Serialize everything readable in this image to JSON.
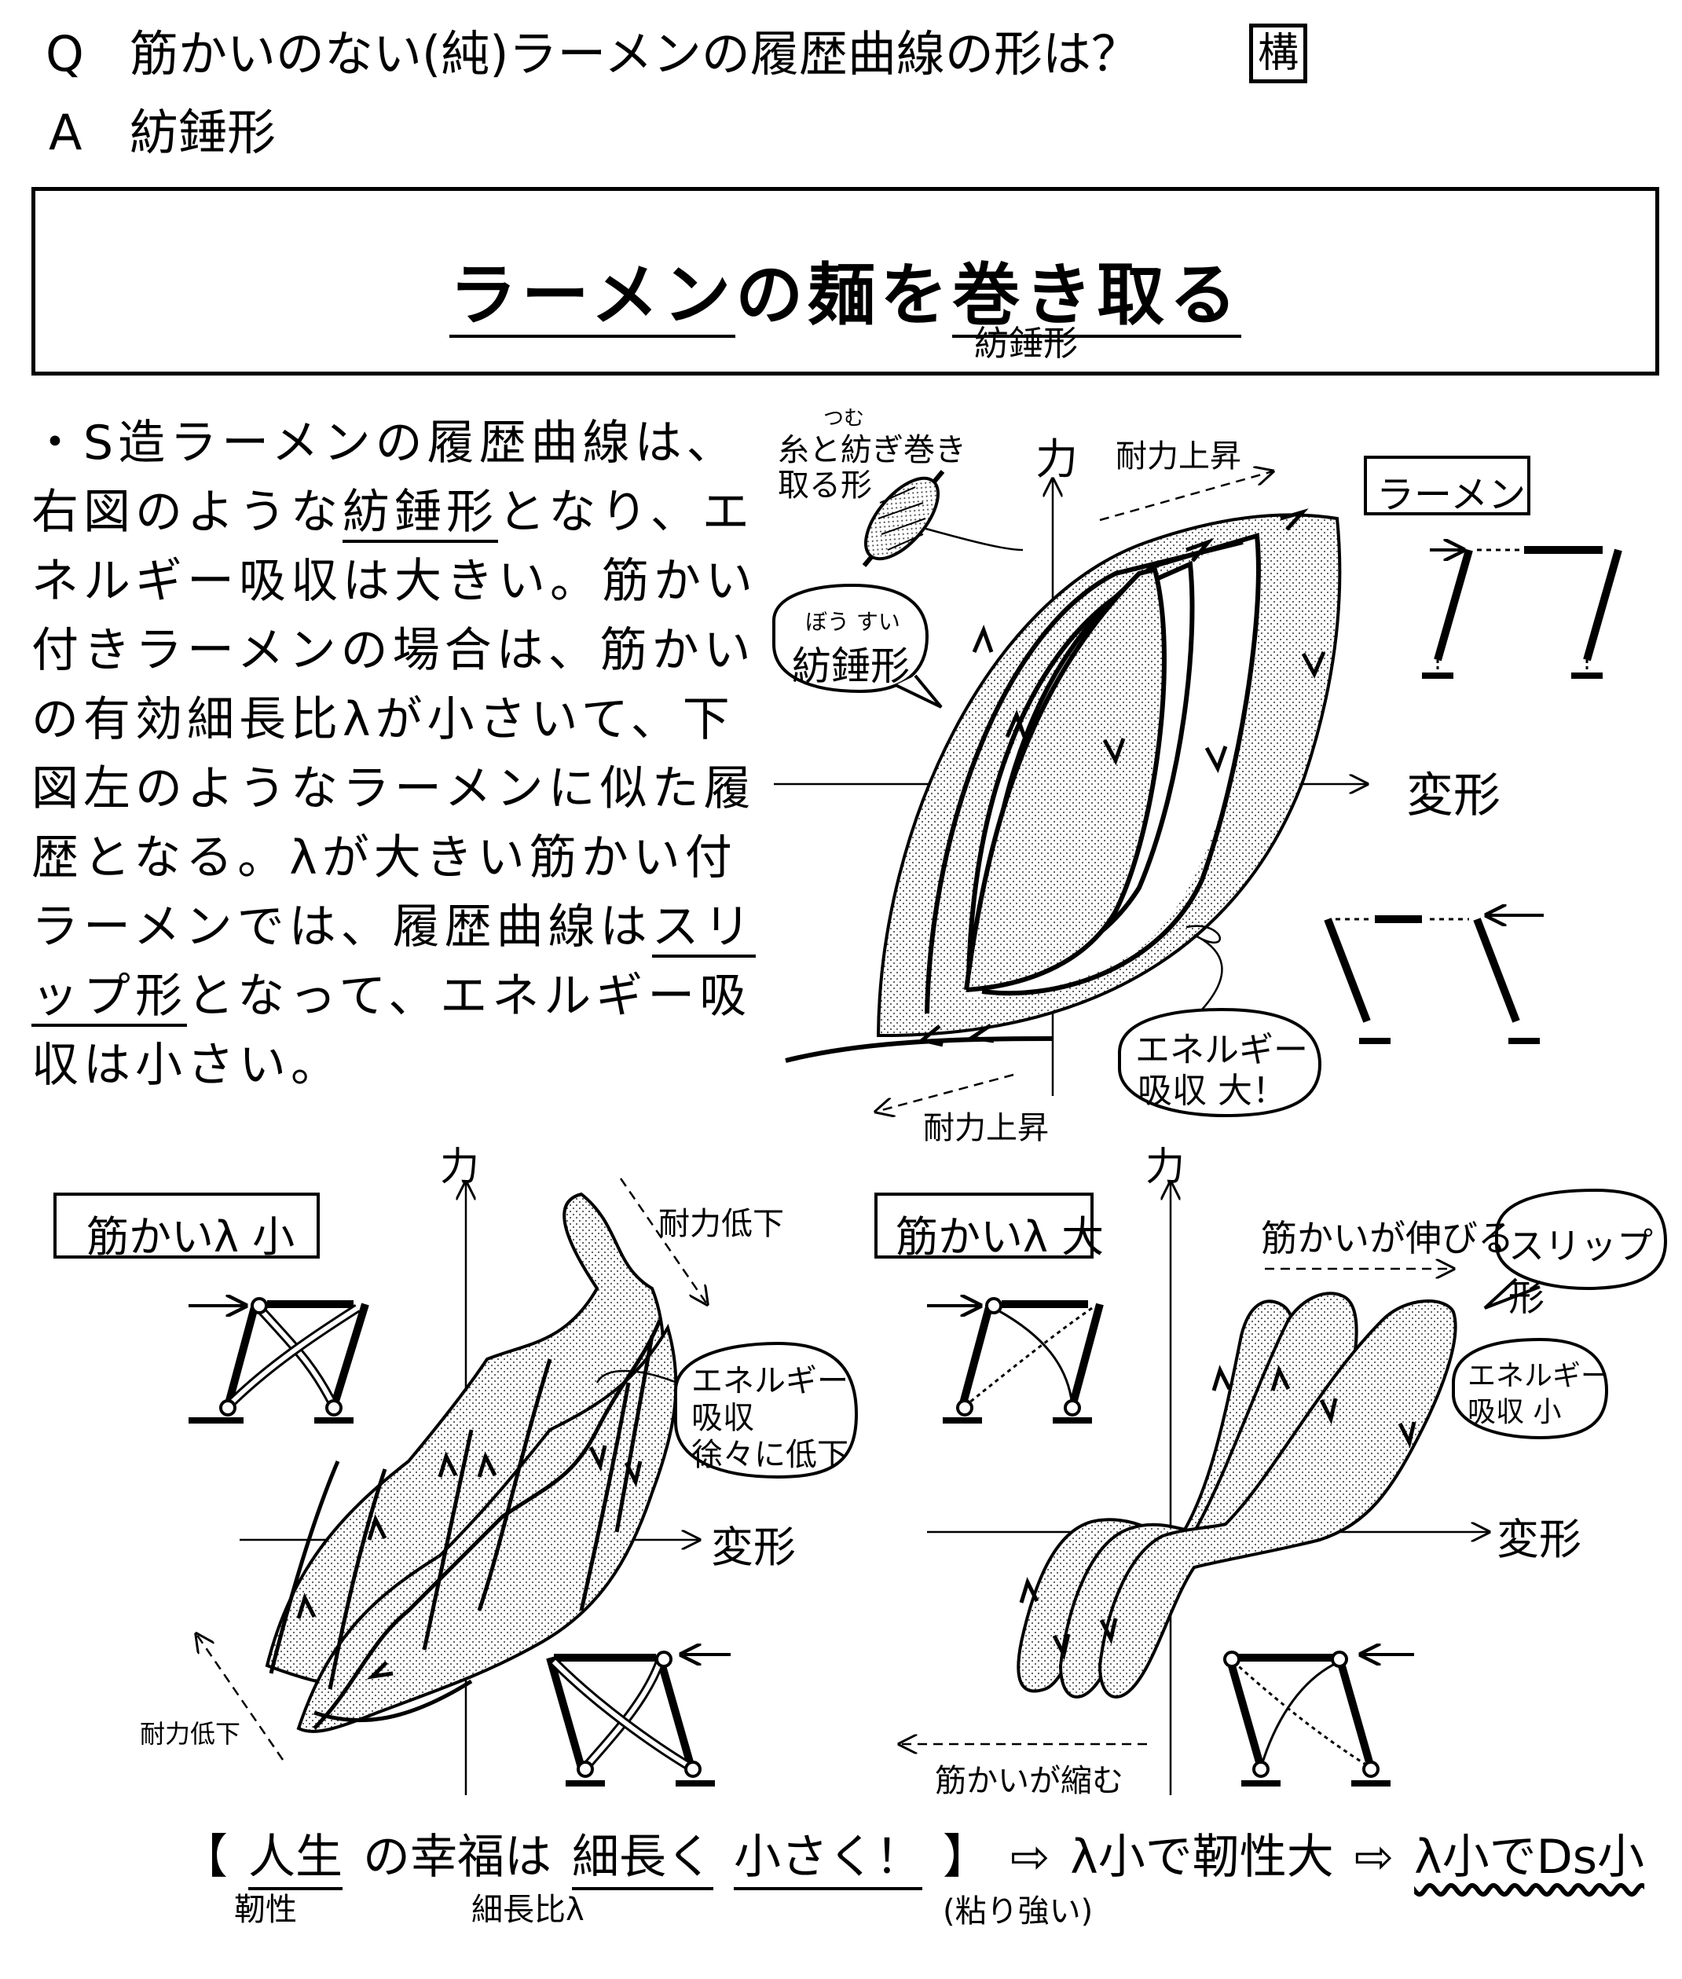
{
  "header": {
    "q_label": "Q",
    "question": "筋かいのない(純)ラーメンの履歴曲線の形は？",
    "badge": "構",
    "a_label": "A",
    "answer": "紡錘形"
  },
  "title": {
    "part1": "ラーメン",
    "part2": "の",
    "part3": "麺",
    "part4": "を",
    "part5": "巻き取る",
    "sub": "紡錘形"
  },
  "body": {
    "bullet": "・",
    "t1": "S造ラーメンの履歴曲線は、右図のような",
    "t2": "紡錘形",
    "t3": "となり、エネルギー吸収は大きい。筋かい付きラーメンの場合は、筋かいの有効細長比λが小さいて、下図左のようなラーメンに似た履歴となる。λが大きい筋かい付ラーメンでは、履歴曲線は",
    "t4": "スリップ形",
    "t5": "となって、エネルギー吸収は小さい。"
  },
  "top_diagram": {
    "axis_force": "力",
    "axis_deform": "変形",
    "strength_up_top": "耐力上昇",
    "strength_up_bottom": "耐力上昇",
    "spindle_ruby": "つむ",
    "spindle_note_1": "糸と紡ぎ巻き",
    "spindle_note_2": "取る形",
    "bubble_ruby": "ぼう すい",
    "bubble_text": "紡錘形",
    "frame_label": "ラーメン",
    "energy_1": "エネルギー",
    "energy_2": "吸収 大！"
  },
  "left_diagram": {
    "label": "筋かいλ 小",
    "axis_force": "力",
    "axis_deform": "変形",
    "strength_down_top": "耐力低下",
    "strength_down_bottom": "耐力低下",
    "energy_1": "エネルギー",
    "energy_2": "吸収",
    "energy_3": "徐々に低下"
  },
  "right_diagram": {
    "label": "筋かいλ 大",
    "axis_force": "力",
    "axis_deform": "変形",
    "brace_stretch": "筋かいが伸びる",
    "slip_bubble": "スリップ形",
    "energy_1": "エネルギー",
    "energy_2": "吸収 小",
    "brace_shrink": "筋かいが縮む"
  },
  "footer": {
    "open_bracket": "【",
    "w1": "人生",
    "w2": "の幸福は",
    "w3": "細長く",
    "w4": "小さく！",
    "close_bracket": "】",
    "arrow1": "⇨",
    "w5": "λ小で靭性大",
    "arrow2": "⇨",
    "w6": "λ小でDs小",
    "note1": "靭性",
    "note2": "細長比λ",
    "note3": "(粘り強い)"
  }
}
